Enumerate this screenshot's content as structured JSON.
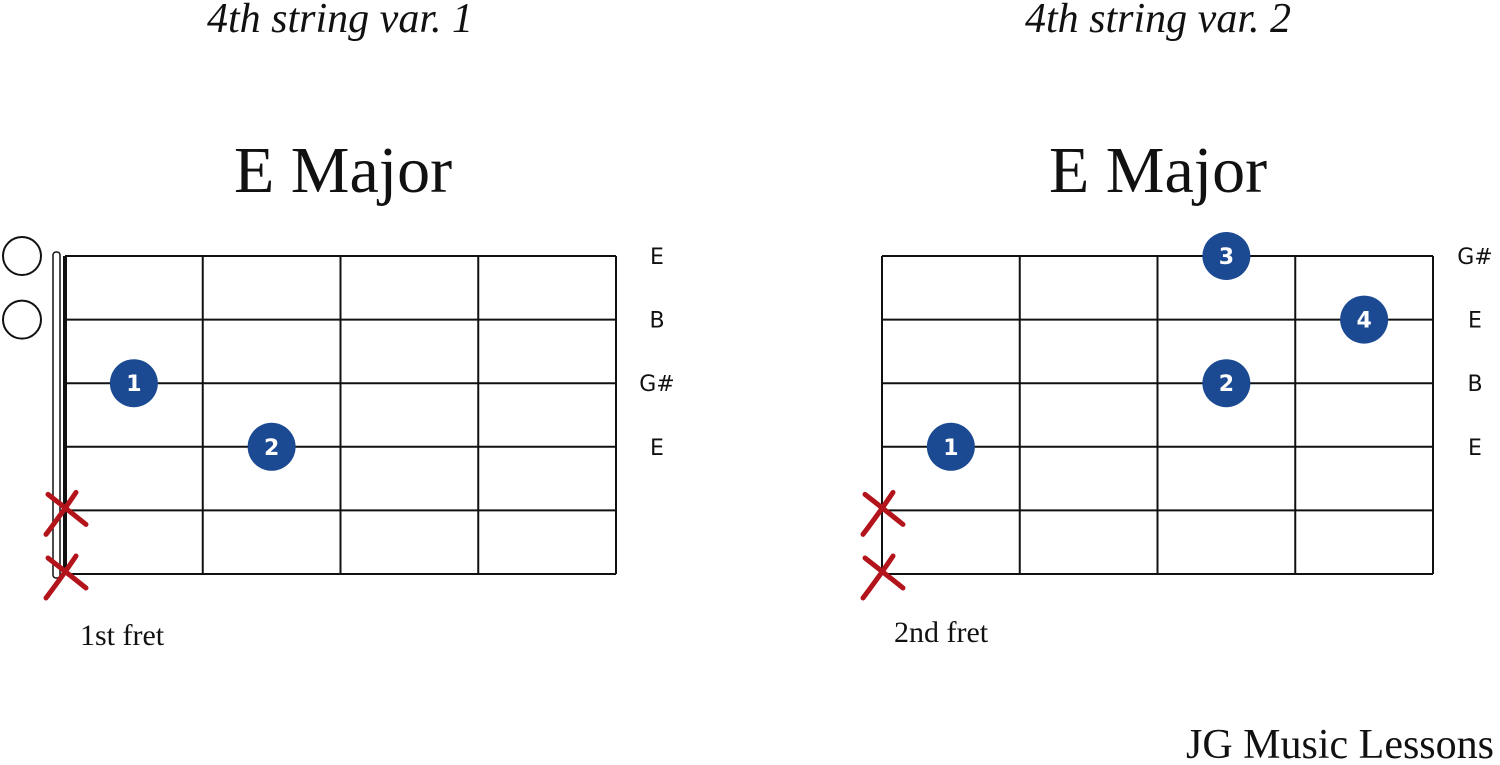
{
  "diagrams": [
    {
      "subtitle": "4th string var. 1",
      "title": "E Major",
      "position_label": "1st fret",
      "nut": true,
      "string_notes": [
        "E",
        "B",
        "G#",
        "E",
        "",
        ""
      ],
      "open_strings": [
        1,
        2
      ],
      "muted_strings": [
        5,
        6
      ],
      "fingers": [
        {
          "string": 3,
          "fret": 1,
          "finger": "1"
        },
        {
          "string": 4,
          "fret": 2,
          "finger": "2"
        }
      ]
    },
    {
      "subtitle": "4th string var. 2",
      "title": "E Major",
      "position_label": "2nd fret",
      "nut": false,
      "string_notes": [
        "G#",
        "E",
        "B",
        "E",
        "",
        ""
      ],
      "open_strings": [],
      "muted_strings": [
        5,
        6
      ],
      "fingers": [
        {
          "string": 1,
          "fret": 3,
          "finger": "3"
        },
        {
          "string": 2,
          "fret": 4,
          "finger": "4"
        },
        {
          "string": 3,
          "fret": 3,
          "finger": "2"
        },
        {
          "string": 4,
          "fret": 1,
          "finger": "1"
        }
      ]
    }
  ],
  "footer": {
    "brand": "JG Music Lessons"
  },
  "colors": {
    "finger_dot": "#1b4a92",
    "mute_x": "#b3141b"
  }
}
